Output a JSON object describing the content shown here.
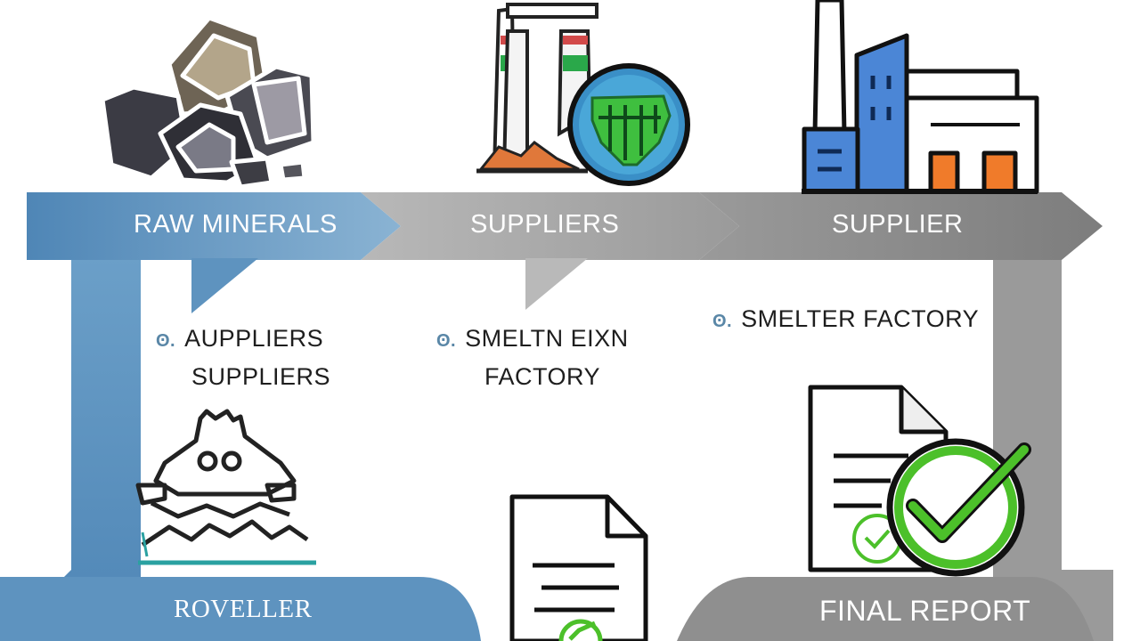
{
  "colors": {
    "blue_flow": "#5e93bf",
    "gray_flow": "#9b9b9b",
    "dark_gray_flow": "#8a8a8a",
    "white_text": "#ffffff",
    "dark_text": "#1e1e1e",
    "green_check": "#4cc02a"
  },
  "stages": [
    {
      "label": "RAW MINERALS",
      "icon": "mineral-rocks-icon"
    },
    {
      "label": "SUPPLIERS",
      "icon": "smelter-globe-icon"
    },
    {
      "label": "SUPPLIER",
      "icon": "factory-building-icon"
    }
  ],
  "notes": [
    {
      "bullet": "ʘ.",
      "line1": "AUPPLIERS",
      "line2": "SUPPLIERS"
    },
    {
      "bullet": "ʘ.",
      "line1": "SMELTN EIXN",
      "line2": "FACTORY"
    },
    {
      "bullet": "ʘ.",
      "line1": "SMELTER FACTORY",
      "line2": ""
    }
  ],
  "bottom": [
    {
      "label": "ROVELLER",
      "icon": "mine-terrain-icon"
    },
    {
      "label": "",
      "icon": "document-check-icon"
    },
    {
      "label": "FINAL REPORT",
      "icon": "report-approved-icon"
    }
  ]
}
